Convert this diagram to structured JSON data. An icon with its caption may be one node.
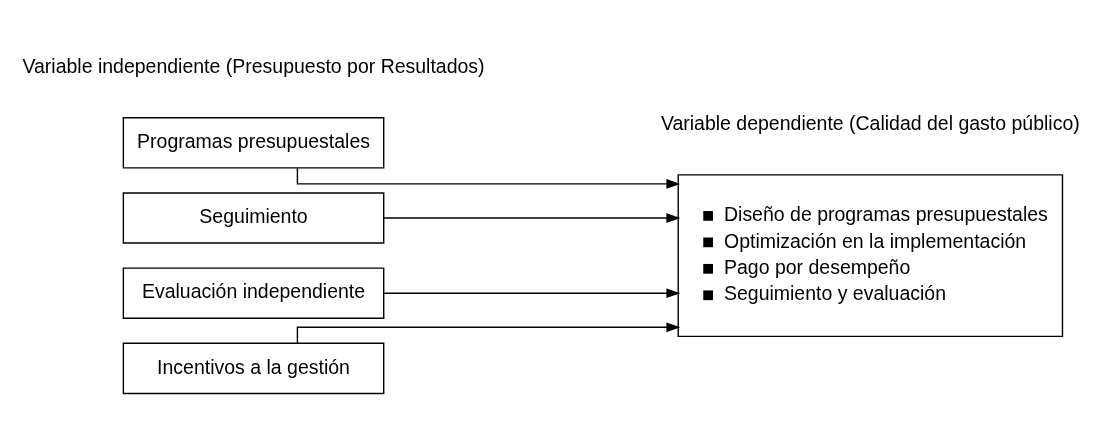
{
  "diagram": {
    "nodes": [
      {
        "text": [
          "Programas presupuestales"
        ]
      },
      {
        "text": [
          "Seguimiento"
        ]
      },
      {
        "text": [
          "Evaluación independiente"
        ]
      },
      {
        "text": [
          "Incentivos a la gestión"
        ]
      },
      {
        "text": [
          "Diseño de programas presupuestales",
          "Optimización en la implementación",
          "Pago por desempeño",
          "Seguimiento y evaluación"
        ]
      }
    ],
    "edges": [
      {
        "from": 0,
        "to": 4,
        "arrow": "to"
      },
      {
        "from": 1,
        "to": 4,
        "arrow": "to"
      },
      {
        "from": 2,
        "to": 4,
        "arrow": "to"
      },
      {
        "from": 3,
        "to": 4,
        "arrow": "to"
      }
    ],
    "labels": [
      "Variable independiente (Presupuesto por Resultados)",
      "Variable dependiente (Calidad del gasto público)"
    ]
  }
}
